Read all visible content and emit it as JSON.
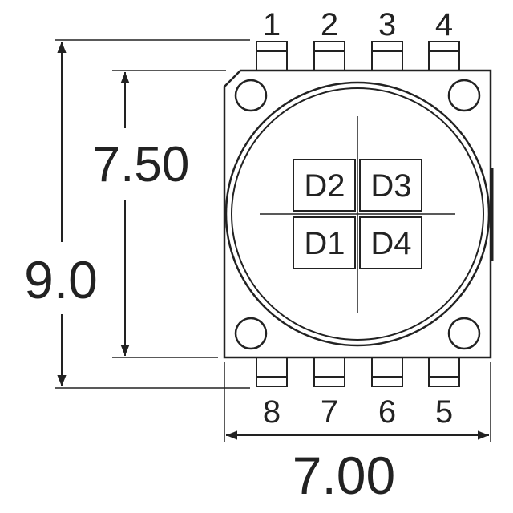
{
  "pins": {
    "top": [
      "1",
      "2",
      "3",
      "4"
    ],
    "bottom": [
      "8",
      "7",
      "6",
      "5"
    ]
  },
  "dimensions": {
    "total_height": "9.0",
    "body_height": "7.50",
    "width": "7.00"
  },
  "dies": {
    "top_left": "D2",
    "top_right": "D3",
    "bottom_left": "D1",
    "bottom_right": "D4"
  },
  "colors": {
    "line": "#222222",
    "background": "#ffffff"
  }
}
